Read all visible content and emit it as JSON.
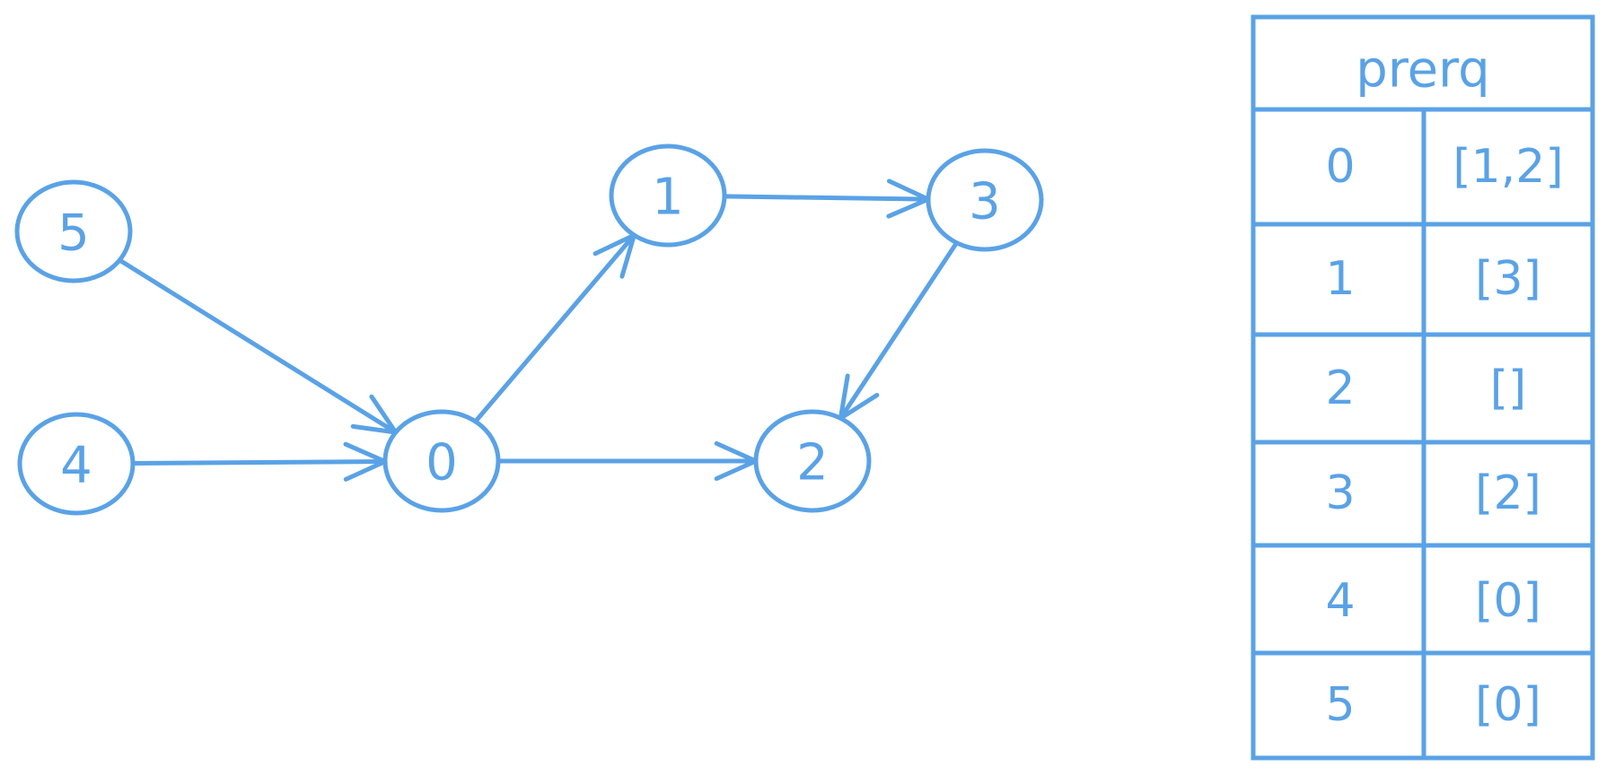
{
  "diagram": {
    "colors": {
      "stroke": "#5aa2e6",
      "text": "#5aa2e6",
      "background": "#ffffff"
    },
    "nodes": [
      {
        "id": "0",
        "label": "0"
      },
      {
        "id": "1",
        "label": "1"
      },
      {
        "id": "2",
        "label": "2"
      },
      {
        "id": "3",
        "label": "3"
      },
      {
        "id": "4",
        "label": "4"
      },
      {
        "id": "5",
        "label": "5"
      }
    ],
    "edges": [
      {
        "from": "5",
        "to": "0"
      },
      {
        "from": "4",
        "to": "0"
      },
      {
        "from": "0",
        "to": "1"
      },
      {
        "from": "0",
        "to": "2"
      },
      {
        "from": "1",
        "to": "3"
      },
      {
        "from": "3",
        "to": "2"
      }
    ]
  },
  "table": {
    "title": "prerq",
    "rows": [
      {
        "key": "0",
        "value": "[1,2]"
      },
      {
        "key": "1",
        "value": "[3]"
      },
      {
        "key": "2",
        "value": "[]"
      },
      {
        "key": "3",
        "value": "[2]"
      },
      {
        "key": "4",
        "value": "[0]"
      },
      {
        "key": "5",
        "value": "[0]"
      }
    ]
  }
}
